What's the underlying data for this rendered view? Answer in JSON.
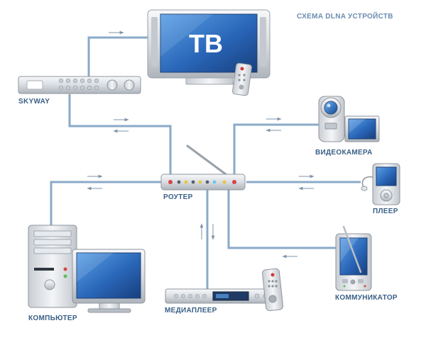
{
  "title": "СХЕМА DLNA УСТРОЙСТВ",
  "tv_screen_text": "ТВ",
  "devices": {
    "skyway": "SKYWAY",
    "router": "РОУТЕР",
    "camcorder": "ВИДЕОКАМЕРА",
    "player": "ПЛЕЕР",
    "communicator": "КОММУНИКАТОР",
    "mediaplayer": "МЕДИАПЛЕЕР",
    "computer": "КОМПЬЮТЕР"
  },
  "colors": {
    "wire": "#8aaac8",
    "label": "#3a5f86",
    "tv_screen": "#2a66b8"
  }
}
